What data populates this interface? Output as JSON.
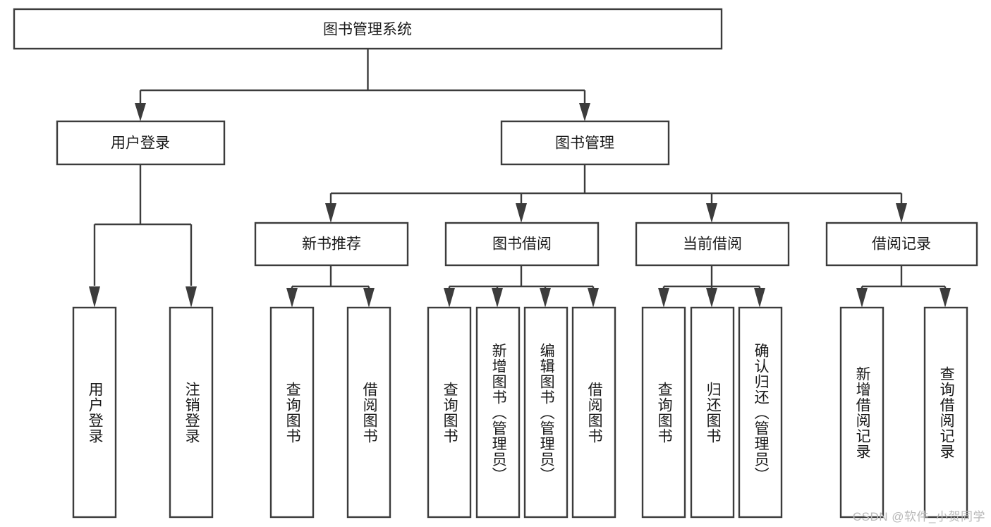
{
  "diagram": {
    "title_node": {
      "label": "图书管理系统"
    },
    "level2": [
      {
        "id": "user-login",
        "label": "用户登录"
      },
      {
        "id": "book-management",
        "label": "图书管理"
      }
    ],
    "level3": [
      {
        "id": "new-book-recommend",
        "label": "新书推荐"
      },
      {
        "id": "book-borrow",
        "label": "图书借阅"
      },
      {
        "id": "current-borrow",
        "label": "当前借阅"
      },
      {
        "id": "borrow-record",
        "label": "借阅记录"
      }
    ],
    "leaves": [
      {
        "id": "leaf-user-login",
        "label": "用户登录",
        "parent": "user-login"
      },
      {
        "id": "leaf-logout",
        "label": "注销登录",
        "parent": "user-login"
      },
      {
        "id": "leaf-query-book-1",
        "label": "查询图书",
        "parent": "new-book-recommend"
      },
      {
        "id": "leaf-borrow-book-1",
        "label": "借阅图书",
        "parent": "new-book-recommend"
      },
      {
        "id": "leaf-query-book-2",
        "label": "查询图书",
        "parent": "book-borrow"
      },
      {
        "id": "leaf-add-book",
        "label": "新增图书（管理员）",
        "parent": "book-borrow"
      },
      {
        "id": "leaf-edit-book",
        "label": "编辑图书（管理员）",
        "parent": "book-borrow"
      },
      {
        "id": "leaf-borrow-book-2",
        "label": "借阅图书",
        "parent": "book-borrow"
      },
      {
        "id": "leaf-query-book-3",
        "label": "查询图书",
        "parent": "current-borrow"
      },
      {
        "id": "leaf-return-book",
        "label": "归还图书",
        "parent": "current-borrow"
      },
      {
        "id": "leaf-confirm-return",
        "label": "确认归还（管理员）",
        "parent": "current-borrow"
      },
      {
        "id": "leaf-add-record",
        "label": "新增借阅记录",
        "parent": "borrow-record"
      },
      {
        "id": "leaf-query-record",
        "label": "查询借阅记录",
        "parent": "borrow-record"
      }
    ]
  },
  "colors": {
    "stroke": "#3c3c3c",
    "fill": "#ffffff",
    "text": "#1a1a1a",
    "watermark": "#b9b9b9"
  },
  "watermark": {
    "text": "CSDN @软件_小贺同学"
  }
}
